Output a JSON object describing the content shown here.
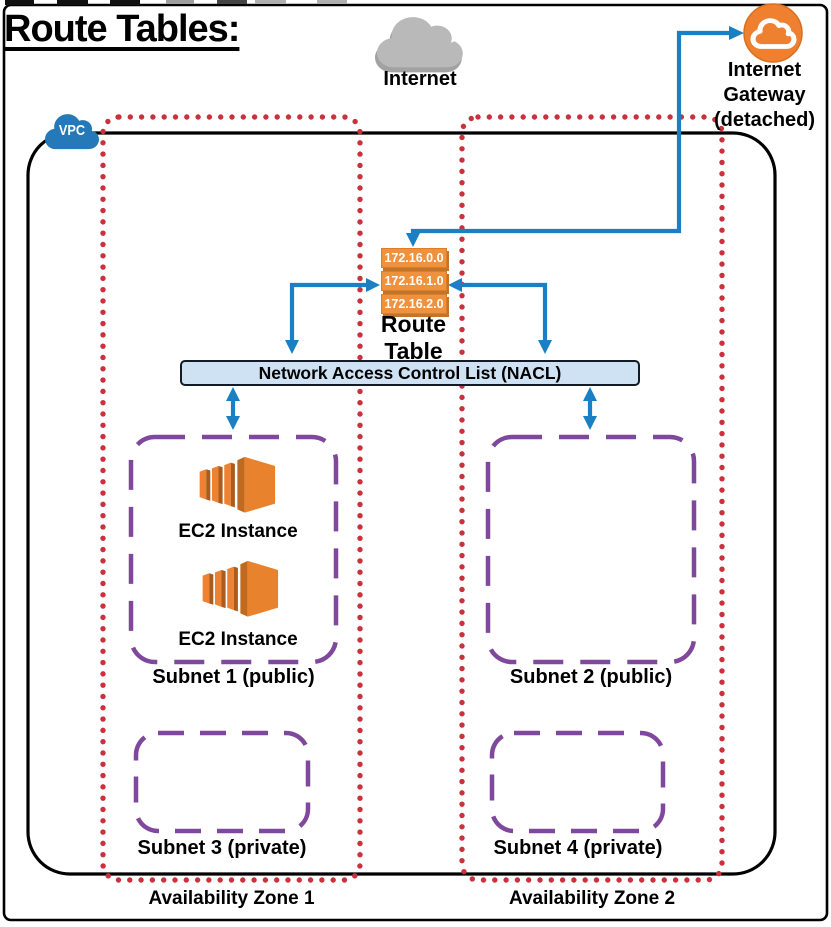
{
  "title": "Route Tables:",
  "internet": {
    "label": "Internet"
  },
  "internet_gateway": {
    "lines": [
      "Internet",
      "Gateway",
      "(detached)"
    ]
  },
  "vpc": {
    "badge": "VPC"
  },
  "route_table": {
    "entries": [
      "172.16.0.0",
      "172.16.1.0",
      "172.16.2.0"
    ],
    "label": "Route Table"
  },
  "nacl": {
    "label": "Network Access Control List (NACL)"
  },
  "subnets": [
    {
      "name": "Subnet 1 (public)",
      "instances": [
        "EC2 Instance",
        "EC2 Instance"
      ]
    },
    {
      "name": "Subnet 2 (public)",
      "instances": []
    },
    {
      "name": "Subnet 3 (private)",
      "instances": []
    },
    {
      "name": "Subnet 4 (private)",
      "instances": []
    }
  ],
  "availability_zones": [
    {
      "label": "Availability Zone 1"
    },
    {
      "label": "Availability Zone 2"
    }
  ],
  "colors": {
    "arrow_blue": "#1b7fc4",
    "zone_dotted_red": "#c9313d",
    "subnet_dashed_purple": "#80489c",
    "aws_orange": "#ee8030",
    "route_box_orange": "#f0913e",
    "nacl_fill_blue": "#cfe2f3",
    "internet_cloud_gray": "#b9b9b9",
    "vpc_badge_blue": "#2679b8"
  }
}
